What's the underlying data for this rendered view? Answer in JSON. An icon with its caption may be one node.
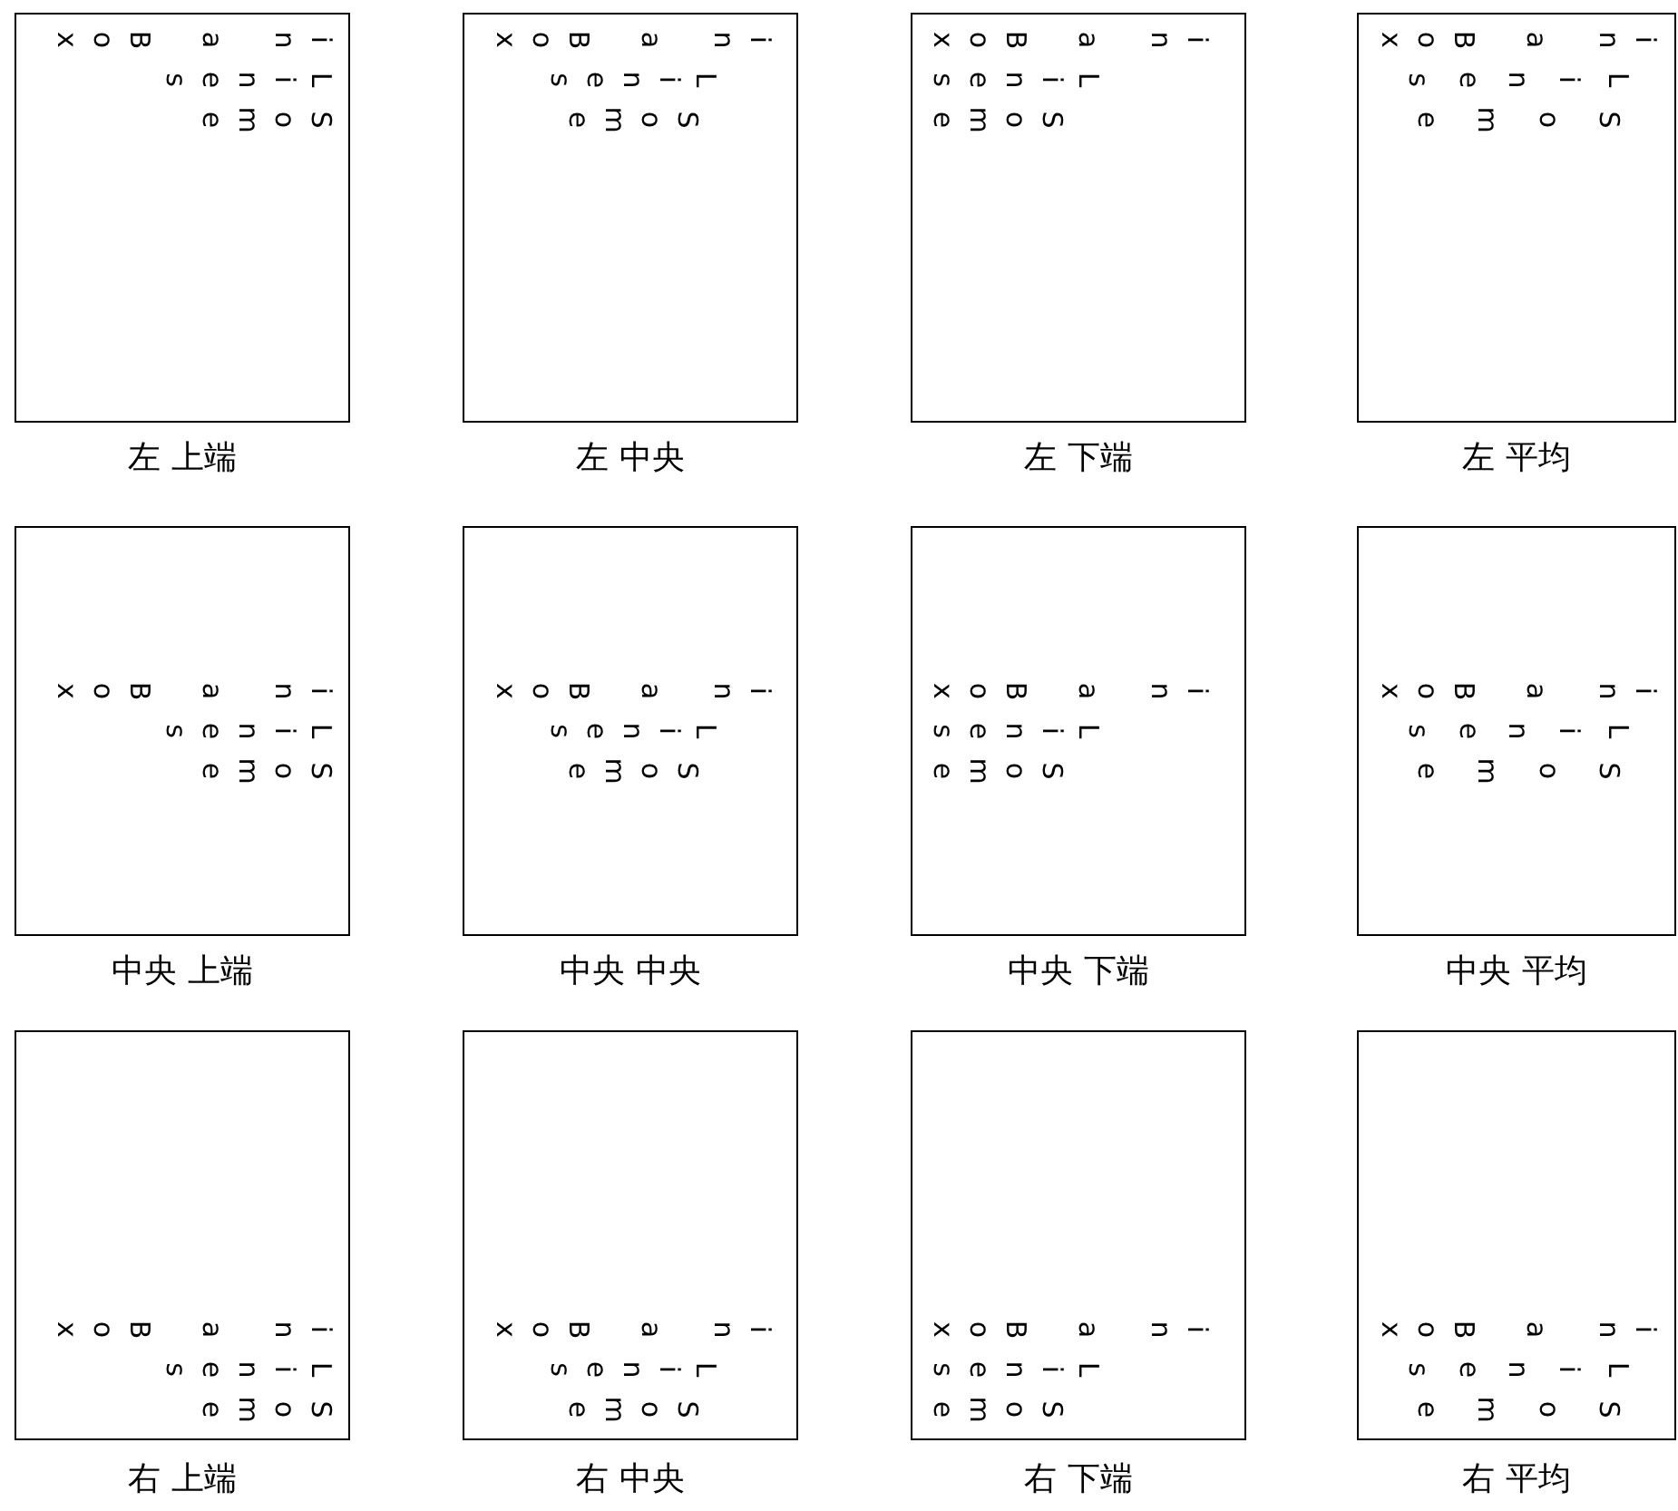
{
  "diagram": {
    "nodes": [
      {
        "text": [
          "Some Lines in a Box"
        ],
        "beside": [
          "左 上端"
        ]
      },
      {
        "text": [
          "Some Lines in a Box"
        ],
        "beside": [
          "左 中央"
        ]
      },
      {
        "text": [
          "Some Lines in a Box"
        ],
        "beside": [
          "左 下端"
        ]
      },
      {
        "text": [
          "Some Lines in a Box"
        ],
        "beside": [
          "左 平均"
        ]
      },
      {
        "text": [
          "Some Lines in a Box"
        ],
        "beside": [
          "中央 上端"
        ]
      },
      {
        "text": [
          "Some Lines in a Box"
        ],
        "beside": [
          "中央 中央"
        ]
      },
      {
        "text": [
          "Some Lines in a Box"
        ],
        "beside": [
          "中央 下端"
        ]
      },
      {
        "text": [
          "Some Lines in a Box"
        ],
        "beside": [
          "中央 平均"
        ]
      },
      {
        "text": [
          "Some Lines in a Box"
        ],
        "beside": [
          "右 上端"
        ]
      },
      {
        "text": [
          "Some Lines in a Box"
        ],
        "beside": [
          "右 中央"
        ]
      },
      {
        "text": [
          "Some Lines in a Box"
        ],
        "beside": [
          "右 下端"
        ]
      },
      {
        "text": [
          "Some Lines in a Box"
        ],
        "beside": [
          "右 平均"
        ]
      }
    ]
  }
}
